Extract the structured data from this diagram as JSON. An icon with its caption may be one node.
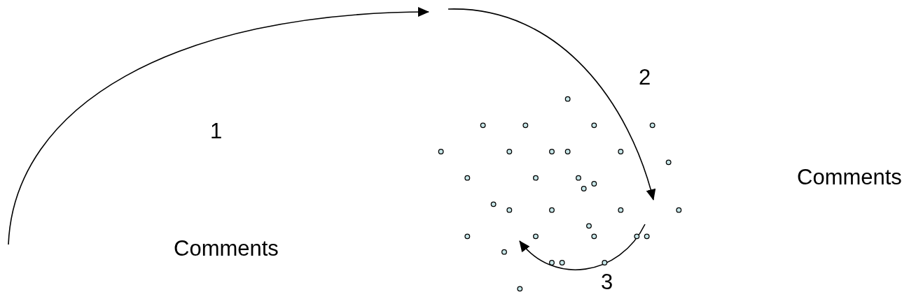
{
  "diagram": {
    "labels": [
      "2",
      "1",
      "Comments",
      "Comments",
      "3"
    ]
  }
}
